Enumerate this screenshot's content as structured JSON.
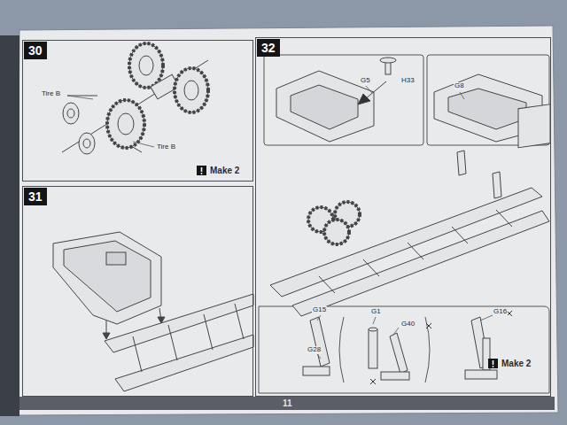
{
  "diagram": {
    "nodes": [
      {
        "text": [
          "30"
        ]
      },
      {
        "text": [
          "31"
        ]
      },
      {
        "text": [
          "32"
        ]
      }
    ],
    "labels": [
      "Tire B",
      "Tire B",
      "Make 2",
      "G5",
      "H33",
      "G8",
      "G15",
      "G28",
      "G1",
      "G40",
      "G16",
      "Make 2",
      "11"
    ]
  }
}
